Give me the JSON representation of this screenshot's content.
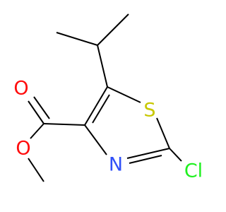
{
  "molecule": {
    "atoms": {
      "oxygen_carbonyl": {
        "symbol": "O",
        "color": "#ff0d0d"
      },
      "oxygen_ester": {
        "symbol": "O",
        "color": "#ff0d0d"
      },
      "sulfur": {
        "symbol": "S",
        "color": "#c8c800"
      },
      "nitrogen": {
        "symbol": "N",
        "color": "#3050f8"
      },
      "chlorine": {
        "symbol": "Cl",
        "color": "#1ff01f"
      }
    },
    "bond_color": "#000000",
    "background": "#ffffff"
  }
}
